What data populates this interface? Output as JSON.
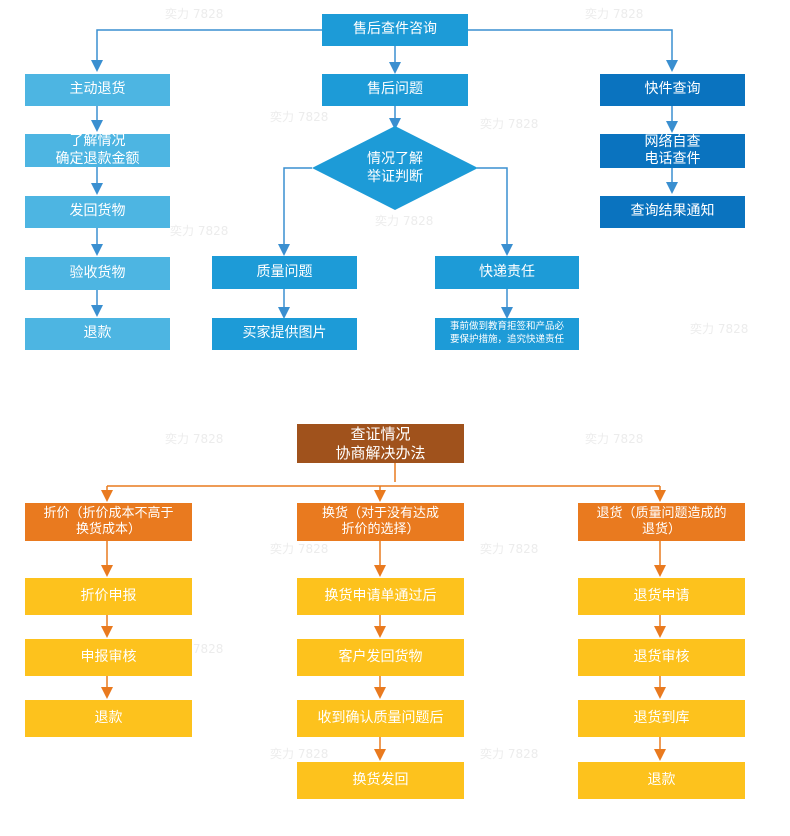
{
  "top": {
    "root": "售后查件咨询",
    "left": {
      "header": "主动退货",
      "steps": [
        "了解情况\n确定退款金额",
        "发回货物",
        "验收货物",
        "退款"
      ]
    },
    "middle": {
      "header": "售后问题",
      "decision": "情况了解\n举证判断",
      "quality": {
        "header": "质量问题",
        "step": "买家提供图片"
      },
      "courier": {
        "header": "快递责任",
        "note": "事前做到教育拒签和产品必\n要保护措施，追究快递责任"
      }
    },
    "right": {
      "header": "快件查询",
      "steps": [
        "网络自查\n电话查件",
        "查询结果通知"
      ]
    }
  },
  "bottom": {
    "root": "查证情况\n协商解决办法",
    "left": {
      "header": "折价（折价成本不高于\n换货成本）",
      "steps": [
        "折价申报",
        "申报审核",
        "退款"
      ]
    },
    "middle": {
      "header": "换货（对于没有达成\n折价的选择）",
      "steps": [
        "换货申请单通过后",
        "客户发回货物",
        "收到确认质量问题后",
        "换货发回"
      ]
    },
    "right": {
      "header": "退货（质量问题造成的\n退货）",
      "steps": [
        "退货申请",
        "退货审核",
        "退货到库",
        "退款"
      ]
    }
  },
  "watermark": "奕力 7828",
  "colors": {
    "light_blue": "#4db5e2",
    "mid_blue": "#1d9bd7",
    "dark_blue": "#0a73bf",
    "brown": "#a0521c",
    "orange": "#e97a1f",
    "yellow": "#fdc21d",
    "line_blue": "#3a8fd0",
    "line_orange": "#e97a1f"
  }
}
